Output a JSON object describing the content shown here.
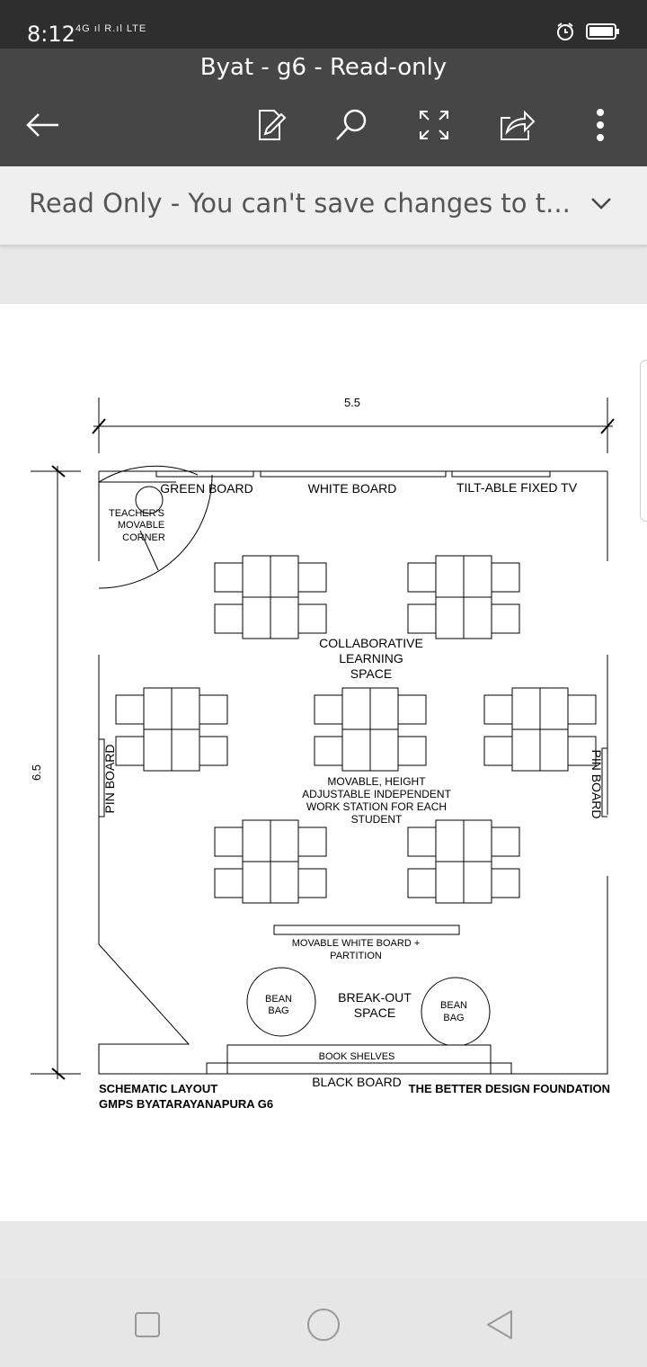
{
  "status_bar": {
    "time": "8:12",
    "network": "4G ıl R.ıl LTE",
    "icons": [
      "alarm-icon",
      "battery-icon"
    ]
  },
  "app_bar": {
    "title": "Byat - g6 - Read-only",
    "actions": [
      "back-icon",
      "edit-icon",
      "search-icon",
      "fullscreen-icon",
      "share-icon",
      "more-icon"
    ]
  },
  "banner": {
    "text": "Read Only - You can't save changes to t..."
  },
  "drawing": {
    "dim_width": "5.5",
    "dim_height": "6.5",
    "labels": {
      "green_board": "GREEN BOARD",
      "white_board": "WHITE BOARD",
      "tv": "TILT-ABLE FIXED TV",
      "teacher_1": "TEACHER'S",
      "teacher_2": "MOVABLE",
      "teacher_3": "CORNER",
      "collab_1": "COLLABORATIVE",
      "collab_2": "LEARNING",
      "collab_3": "SPACE",
      "pin_left": "PIN BOARD",
      "pin_right": "PIN BOARD",
      "ws_1": "MOVABLE, HEIGHT",
      "ws_2": "ADJUSTABLE INDEPENDENT",
      "ws_3": "WORK STATION FOR EACH",
      "ws_4": "STUDENT",
      "mwb_1": "MOVABLE WHITE BOARD +",
      "mwb_2": "PARTITION",
      "bean_1a": "BEAN",
      "bean_1b": "BAG",
      "breakout_1": "BREAK-OUT",
      "breakout_2": "SPACE",
      "bean_2a": "BEAN",
      "bean_2b": "BAG",
      "book_shelves": "BOOK SHELVES",
      "black_board": "BLACK BOARD",
      "footer_left_1": "SCHEMATIC LAYOUT",
      "footer_left_2": "GMPS BYATARAYANAPURA G6",
      "footer_right": "THE BETTER DESIGN FOUNDATION"
    }
  },
  "nav_bar": {
    "buttons": [
      "recents-icon",
      "home-icon",
      "back-nav-icon"
    ]
  }
}
